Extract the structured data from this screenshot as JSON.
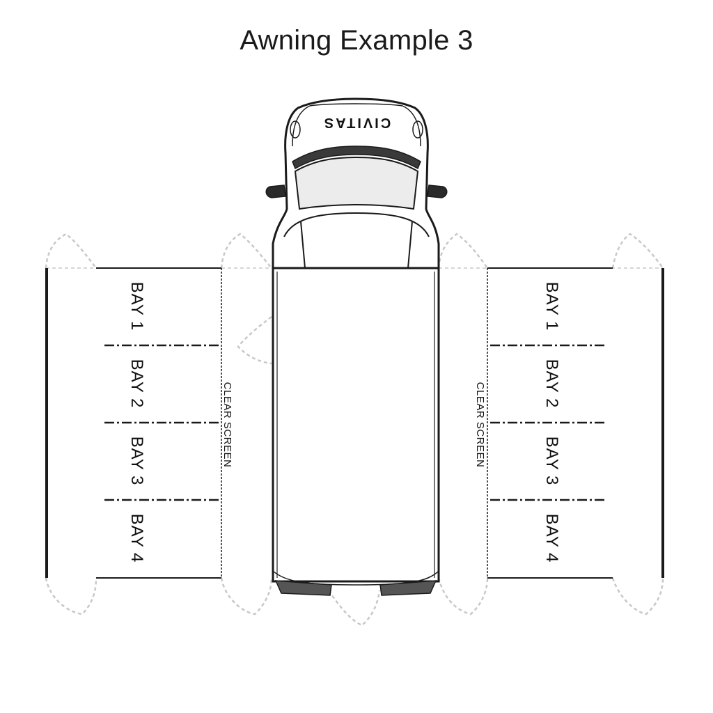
{
  "title": "Awning Example 3",
  "vehicle": {
    "brand": "CIVITAS"
  },
  "left_awning": {
    "screen_label": "CLEAR SCREEN",
    "bays": [
      "BAY 1",
      "BAY 2",
      "BAY 3",
      "BAY 4"
    ]
  },
  "right_awning": {
    "screen_label": "CLEAR SCREEN",
    "bays": [
      "BAY 1",
      "BAY 2",
      "BAY 3",
      "BAY 4"
    ]
  },
  "colors": {
    "line": "#1a1a1a",
    "dashed_outline": "#c8c8c8",
    "windscreen": "#ececec",
    "bumper": "#555555"
  }
}
